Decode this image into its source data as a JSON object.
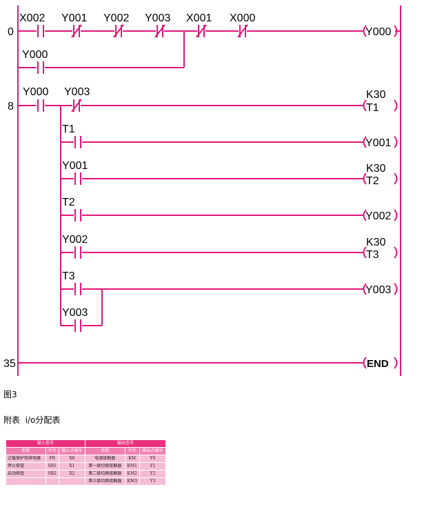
{
  "diagram": {
    "line_color": "#e0157a",
    "step_numbers": [
      "0",
      "8",
      "35"
    ],
    "contacts": {
      "r0_x002": "X002",
      "r0_y001": "Y001",
      "r0_y002": "Y002",
      "r0_y003": "Y003",
      "r0_x001": "X001",
      "r0_x000": "X000",
      "r0_y000_hold": "Y000",
      "r8_y000": "Y000",
      "r8_y003": "Y003",
      "r8_t1": "T1",
      "r8_y001": "Y001",
      "r8_t2": "T2",
      "r8_y002": "Y002",
      "r8_t3": "T3",
      "r8_y003_hold": "Y003"
    },
    "outputs": {
      "coil_y000": "Y000",
      "timer_t1_k": "K30",
      "timer_t1": "T1",
      "coil_y001": "Y001",
      "timer_t2_k": "K30",
      "timer_t2": "T2",
      "coil_y002": "Y002",
      "timer_t3_k": "K30",
      "timer_t3": "T3",
      "coil_y003": "Y003",
      "end": "END"
    }
  },
  "figure_caption": "图3",
  "table_caption": "附表  i/o分配表",
  "io_table": {
    "group_headers": [
      "输入信号",
      "输出信号"
    ],
    "column_headers": [
      "名称",
      "代号",
      "输入点编号",
      "名称",
      "代号",
      "输出点编号"
    ],
    "rows": [
      [
        "过载保护热继电器",
        "FR",
        "X0",
        "电源接触器",
        "KM",
        "Y0"
      ],
      [
        "停止按钮",
        "SB1",
        "X1",
        "第一级切换接触器",
        "KM1",
        "Y1"
      ],
      [
        "启动按钮",
        "SB2",
        "X2",
        "第二级切换接触器",
        "KM2",
        "Y2"
      ],
      [
        "",
        "",
        "",
        "第三级切换接触器",
        "KM3",
        "Y3"
      ]
    ]
  }
}
